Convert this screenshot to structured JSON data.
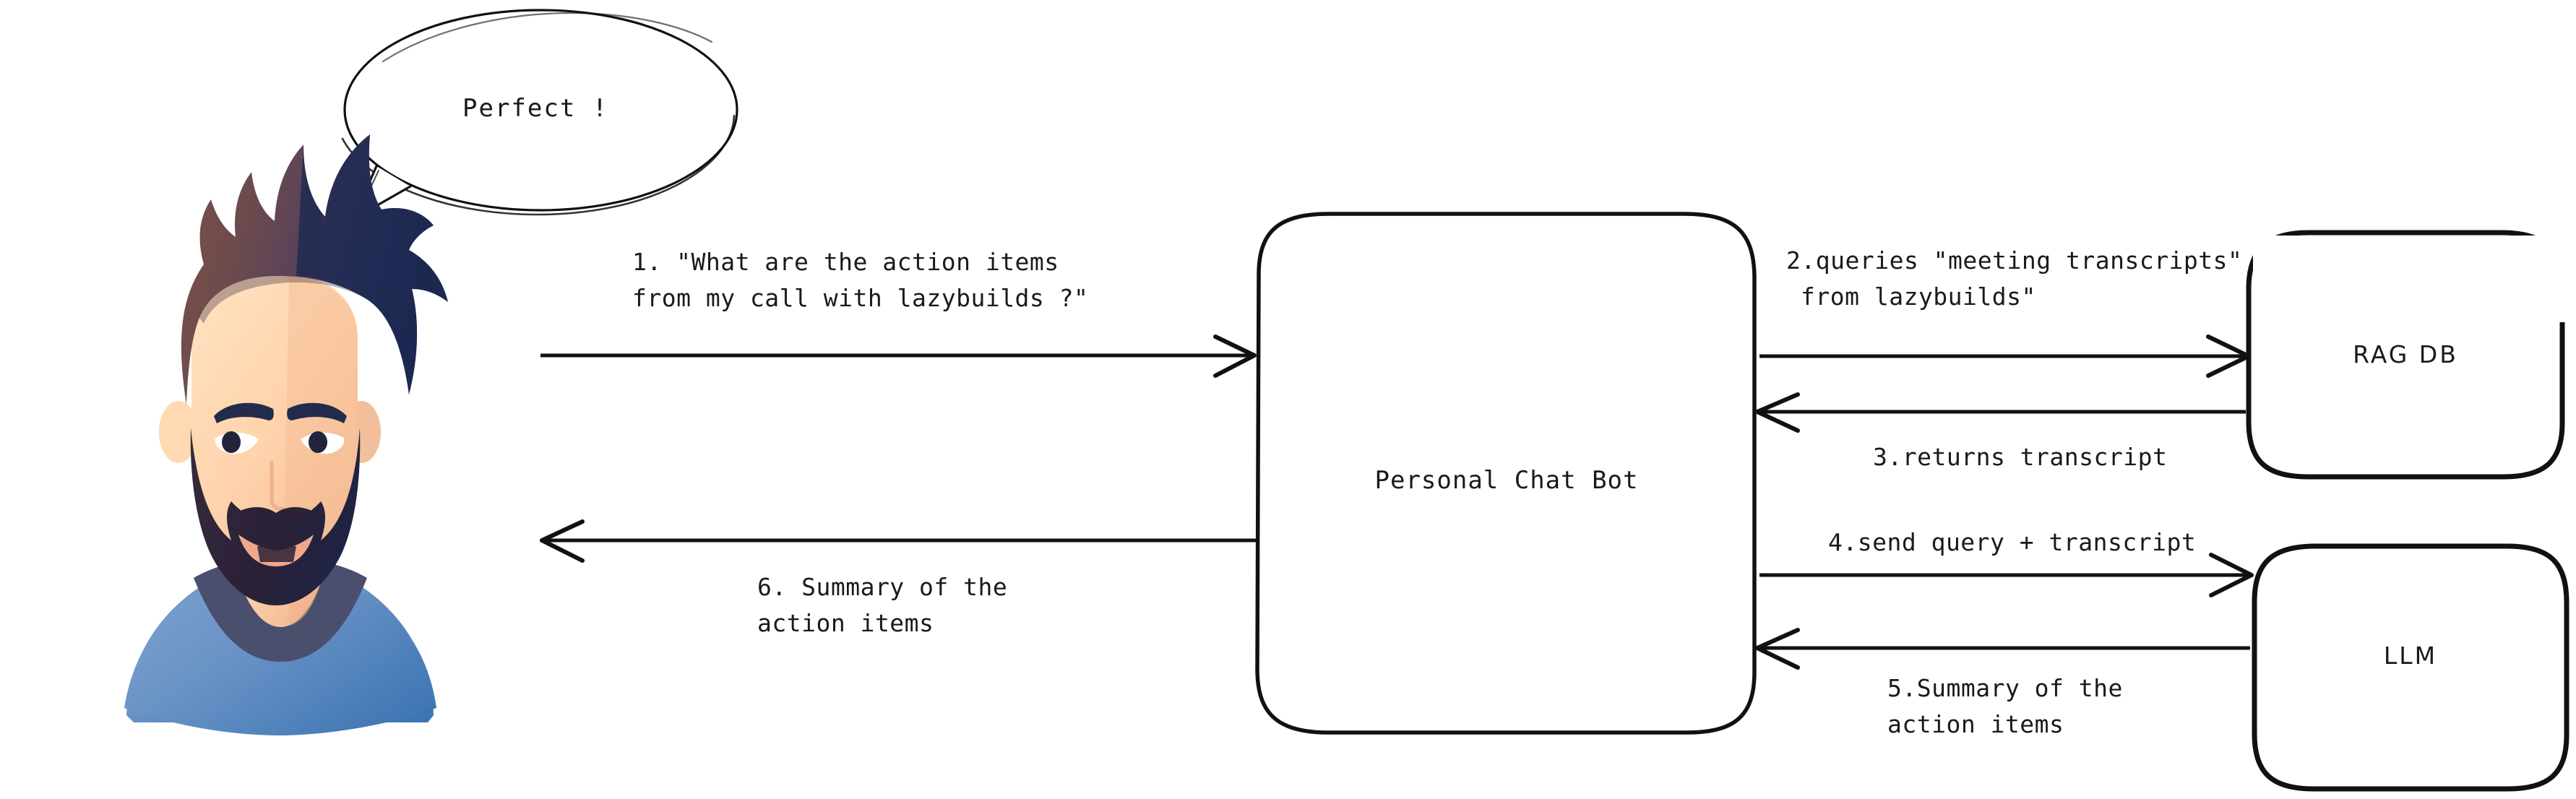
{
  "diagram": {
    "title_present": false,
    "background_color": "#ffffff",
    "stroke_color": "#1a1a1a",
    "text_color": "#1a1a1a",
    "speech_bubble": {
      "text": "Perfect !",
      "shape": "ellipse-with-tail"
    },
    "actor": {
      "name": "user-avatar",
      "description": "bearded man illustration",
      "colors": {
        "skin_light": "#ffdcb5",
        "skin_shadow": "#f6bf96",
        "hair_brown": "#7a4f42",
        "hair_mauve": "#5d4258",
        "hair_navy": "#1b2a52",
        "beard": "#2c2135",
        "shirt_light": "#6f98c9",
        "shirt_dark": "#3f77b5",
        "collar": "#4a4f6e"
      }
    },
    "nodes": [
      {
        "id": "chatbot",
        "label": "Personal Chat Bot",
        "font": "mono",
        "font_size": 34
      },
      {
        "id": "ragdb",
        "label": "RAG DB",
        "font": "hand",
        "font_size": 33
      },
      {
        "id": "llm",
        "label": "LLM",
        "font": "hand",
        "font_size": 33
      }
    ],
    "edges": [
      {
        "id": "edge-1",
        "from": "user",
        "to": "chatbot",
        "direction": "right",
        "label_line1": "1. \"What are the action items",
        "label_line2": "from my call with lazybuilds ?\""
      },
      {
        "id": "edge-2",
        "from": "chatbot",
        "to": "ragdb",
        "direction": "right",
        "label_line1": "2.queries \"meeting transcripts\"",
        "label_line2": "from lazybuilds\""
      },
      {
        "id": "edge-3",
        "from": "ragdb",
        "to": "chatbot",
        "direction": "left",
        "label_line1": "3.returns transcript",
        "label_line2": ""
      },
      {
        "id": "edge-4",
        "from": "chatbot",
        "to": "llm",
        "direction": "right",
        "label_line1": "4.send query + transcript",
        "label_line2": ""
      },
      {
        "id": "edge-5",
        "from": "llm",
        "to": "chatbot",
        "direction": "left",
        "label_line1": "5.Summary of the",
        "label_line2": "action items"
      },
      {
        "id": "edge-6",
        "from": "chatbot",
        "to": "user",
        "direction": "left",
        "label_line1": "6. Summary of the",
        "label_line2": "action items"
      }
    ]
  }
}
